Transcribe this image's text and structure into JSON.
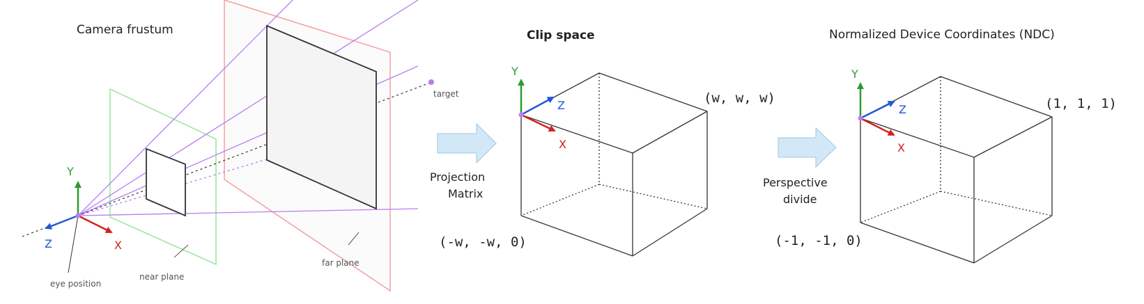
{
  "panels": {
    "frustum": {
      "title": "Camera frustum",
      "labels": {
        "target": "target",
        "eye_position": "eye position",
        "near_plane": "near plane",
        "far_plane": "far plane"
      },
      "axes": {
        "x": "X",
        "y": "Y",
        "z": "Z"
      }
    },
    "clip": {
      "title": "Clip space",
      "arrow_label_line1": "Projection",
      "arrow_label_line2": "Matrix",
      "corner_max": "(w, w, w)",
      "corner_min": "(-w, -w, 0)",
      "axes": {
        "x": "X",
        "y": "Y",
        "z": "Z"
      }
    },
    "ndc": {
      "title": "Normalized Device Coordinates (NDC)",
      "arrow_label_line1": "Perspective",
      "arrow_label_line2": "divide",
      "corner_max": "(1, 1, 1)",
      "corner_min": "(-1, -1, 0)",
      "axes": {
        "x": "X",
        "y": "Y",
        "z": "Z"
      }
    }
  },
  "colors": {
    "axis_x": "#d62020",
    "axis_y": "#2e9a2e",
    "axis_z": "#2457d6",
    "frustum_lines": "#b77ef0",
    "near_plane": "#98e498",
    "far_plane": "#f3a0a0",
    "arrow_fill": "#d3e8f6",
    "arrow_stroke": "#9cc6e4"
  }
}
